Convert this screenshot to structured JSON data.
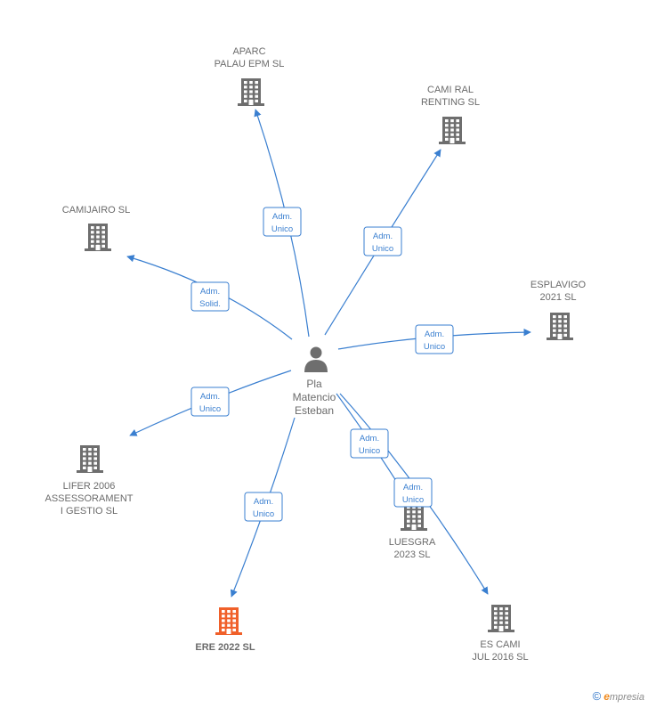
{
  "person": {
    "lines": [
      "Pla",
      "Matencio",
      "Esteban"
    ]
  },
  "companies": [
    {
      "id": "aparc",
      "lines": [
        "APARC",
        "PALAU EPM  SL"
      ],
      "highlight": false
    },
    {
      "id": "camiral",
      "lines": [
        "CAMI RAL",
        "RENTING  SL"
      ],
      "highlight": false
    },
    {
      "id": "camijairo",
      "lines": [
        "CAMIJAIRO  SL"
      ],
      "highlight": false
    },
    {
      "id": "esplavigo",
      "lines": [
        "ESPLAVIGO",
        "2021  SL"
      ],
      "highlight": false
    },
    {
      "id": "lifer",
      "lines": [
        "LIFER 2006",
        "ASSESSORAMENT",
        "I GESTIO SL"
      ],
      "highlight": false
    },
    {
      "id": "luesgra",
      "lines": [
        "LUESGRA",
        "2023  SL"
      ],
      "highlight": false
    },
    {
      "id": "ere",
      "lines": [
        "ERE 2022  SL"
      ],
      "highlight": true
    },
    {
      "id": "escami",
      "lines": [
        "ES CAMI",
        "JUL 2016  SL"
      ],
      "highlight": false
    }
  ],
  "relations": [
    {
      "to": "aparc",
      "role": [
        "Adm.",
        "Unico"
      ]
    },
    {
      "to": "camiral",
      "role": [
        "Adm.",
        "Unico"
      ]
    },
    {
      "to": "camijairo",
      "role": [
        "Adm.",
        "Solid."
      ]
    },
    {
      "to": "esplavigo",
      "role": [
        "Adm.",
        "Unico"
      ]
    },
    {
      "to": "lifer",
      "role": [
        "Adm.",
        "Unico"
      ]
    },
    {
      "to": "luesgra",
      "role": [
        "Adm.",
        "Unico"
      ]
    },
    {
      "to": "ere",
      "role": [
        "Adm.",
        "Unico"
      ]
    },
    {
      "to": "escami",
      "role": [
        "Adm.",
        "Unico"
      ]
    }
  ],
  "colors": {
    "edge": "#3a7fd0",
    "building": "#6e6e6e",
    "highlight": "#f0602a",
    "person": "#6e6e6e"
  },
  "brand": {
    "copyright": "©",
    "initial": "e",
    "rest": "mpresia"
  }
}
